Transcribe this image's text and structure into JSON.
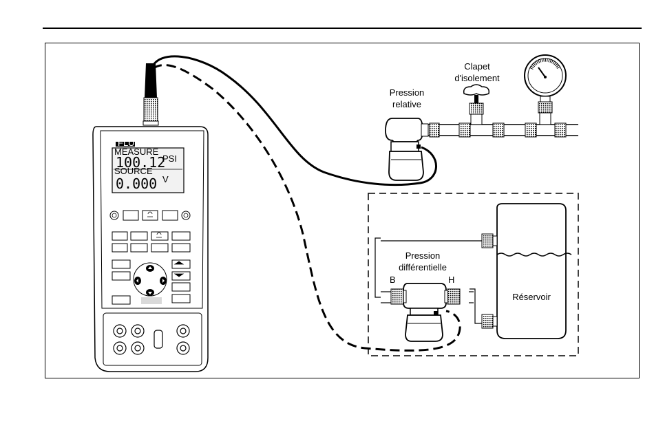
{
  "figure": {
    "labels": {
      "clapet_line1": "Clapet",
      "clapet_line2": "d'isolement",
      "relative_line1": "Pression",
      "relative_line2": "relative",
      "diff_line1": "Pression",
      "diff_line2": "différentielle",
      "port_low": "B",
      "port_high": "H",
      "tank": "Réservoir"
    },
    "device": {
      "brand": "FLUKE",
      "measure_label": "MEASURE",
      "measure_value": "100.12",
      "measure_unit": "PSI",
      "source_label": "SOURCE",
      "source_value": "0.000",
      "source_unit": "V"
    },
    "colors": {
      "ink": "#000000",
      "background": "#ffffff",
      "lcd": "#f2f2f2"
    }
  }
}
